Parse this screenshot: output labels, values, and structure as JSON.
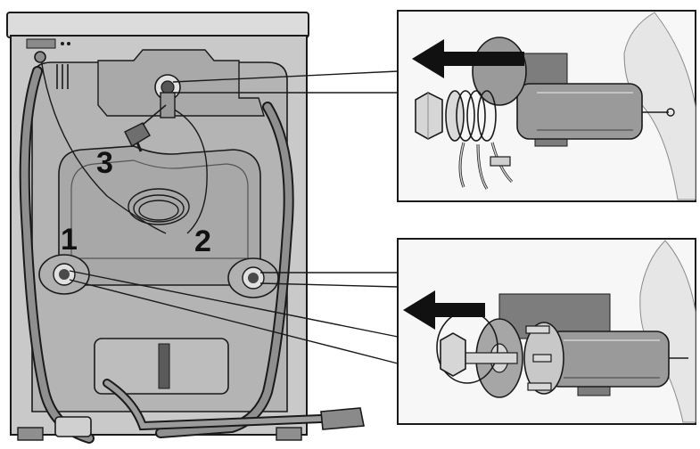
{
  "callouts": [
    {
      "label": "1",
      "target": "transport-bolt-left"
    },
    {
      "label": "2",
      "target": "transport-bolt-right"
    },
    {
      "label": "3",
      "target": "transport-bolt-top"
    }
  ],
  "colors": {
    "outline": "#1a1a1a",
    "machine_fill": "#c9c9c9",
    "panel_fill": "#b4b4b4",
    "inner_fill": "#a8a8a8",
    "hose_fill": "#8f8f8f",
    "arrow": "#111111",
    "detail_bg": "#f7f7f7",
    "bolt_metal": "#d6d6d6",
    "spacer_fill": "#9a9a9a",
    "bracket_fill": "#7d7d7d"
  },
  "icons": {
    "top_detail_arrow": "arrow-left-icon",
    "bottom_detail_arrow": "arrow-left-icon"
  }
}
